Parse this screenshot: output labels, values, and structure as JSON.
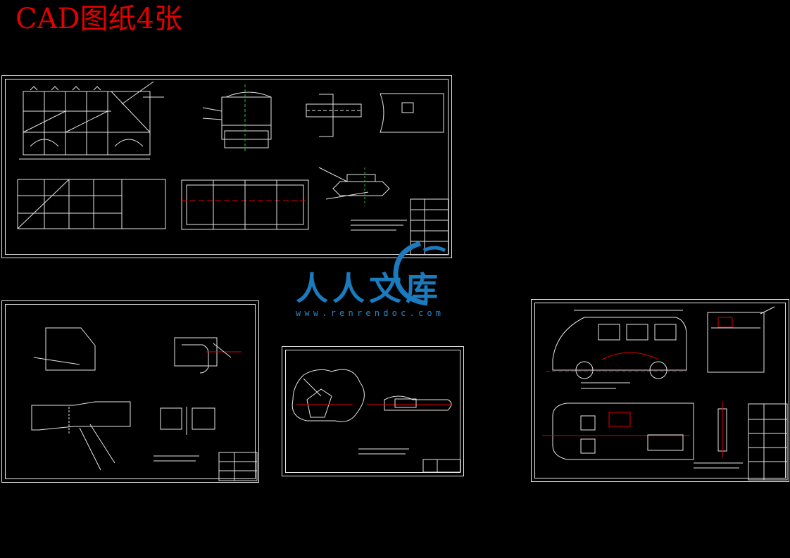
{
  "header": {
    "title": "CAD图纸4张"
  },
  "watermark": {
    "brand_text": "人人文库",
    "url_text": "www.renrendoc.com",
    "color": "#1b7bbf"
  },
  "colors": {
    "background": "#000000",
    "title": "#e30000",
    "lines": "#e6e6e6",
    "highlight": "#e00000",
    "centerline": "#2fc02f"
  },
  "sheets": [
    {
      "id": "sheet-1",
      "view": "vehicle-frame-assembly"
    },
    {
      "id": "sheet-2",
      "view": "door-and-joint-details"
    },
    {
      "id": "sheet-3",
      "view": "hinge-detail"
    },
    {
      "id": "sheet-4",
      "view": "van-general-arrangement"
    }
  ]
}
